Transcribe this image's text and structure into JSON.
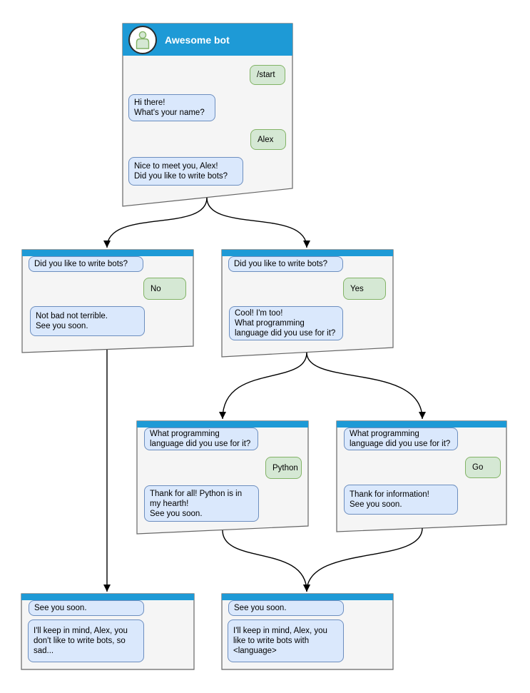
{
  "colors": {
    "header_blue": "#1e9ad6",
    "window_bg": "#f5f5f5",
    "window_border": "#666666",
    "bot_bubble_bg": "#dae8fc",
    "bot_bubble_border": "#6c8ebf",
    "user_bubble_bg": "#d5e8d4",
    "user_bubble_border": "#82b366",
    "arrow": "#000000"
  },
  "windows": {
    "start": {
      "title": "Awesome bot",
      "messages": [
        {
          "sender": "user",
          "text": "/start"
        },
        {
          "sender": "bot",
          "text": "Hi there!\nWhat's your name?"
        },
        {
          "sender": "user",
          "text": "Alex"
        },
        {
          "sender": "bot",
          "text": "Nice to meet you, Alex!\nDid you like to write bots?"
        }
      ]
    },
    "branch_no": {
      "messages": [
        {
          "sender": "bot",
          "text": "Did you like to write bots?"
        },
        {
          "sender": "user",
          "text": "No"
        },
        {
          "sender": "bot",
          "text": "Not bad not terrible.\nSee you soon."
        }
      ]
    },
    "branch_yes": {
      "messages": [
        {
          "sender": "bot",
          "text": "Did you like to write bots?"
        },
        {
          "sender": "user",
          "text": "Yes"
        },
        {
          "sender": "bot",
          "text": "Cool! I'm too!\nWhat programming\nlanguage did you use for it?"
        }
      ]
    },
    "lang_python": {
      "messages": [
        {
          "sender": "bot",
          "text": "What programming\nlanguage did you use for it?"
        },
        {
          "sender": "user",
          "text": "Python"
        },
        {
          "sender": "bot",
          "text": "Thank for all! Python is in\nmy hearth!\nSee you soon."
        }
      ]
    },
    "lang_go": {
      "messages": [
        {
          "sender": "bot",
          "text": "What programming\nlanguage did you use for it?"
        },
        {
          "sender": "user",
          "text": "Go"
        },
        {
          "sender": "bot",
          "text": "Thank for information!\nSee you soon."
        }
      ]
    },
    "end_no": {
      "messages": [
        {
          "sender": "bot",
          "text": "See you soon."
        },
        {
          "sender": "bot",
          "text": "I'll keep in mind, Alex, you\ndon't like to write bots, so\nsad..."
        }
      ]
    },
    "end_yes": {
      "messages": [
        {
          "sender": "bot",
          "text": "See you soon."
        },
        {
          "sender": "bot",
          "text": "I'll keep in mind, Alex, you\nlike to write bots with\n<language>"
        }
      ]
    }
  },
  "edges": [
    {
      "from": "start",
      "to": "branch_no"
    },
    {
      "from": "start",
      "to": "branch_yes"
    },
    {
      "from": "branch_yes",
      "to": "lang_python"
    },
    {
      "from": "branch_yes",
      "to": "lang_go"
    },
    {
      "from": "branch_no",
      "to": "end_no"
    },
    {
      "from": "lang_python",
      "to": "end_yes"
    },
    {
      "from": "lang_go",
      "to": "end_yes"
    }
  ]
}
